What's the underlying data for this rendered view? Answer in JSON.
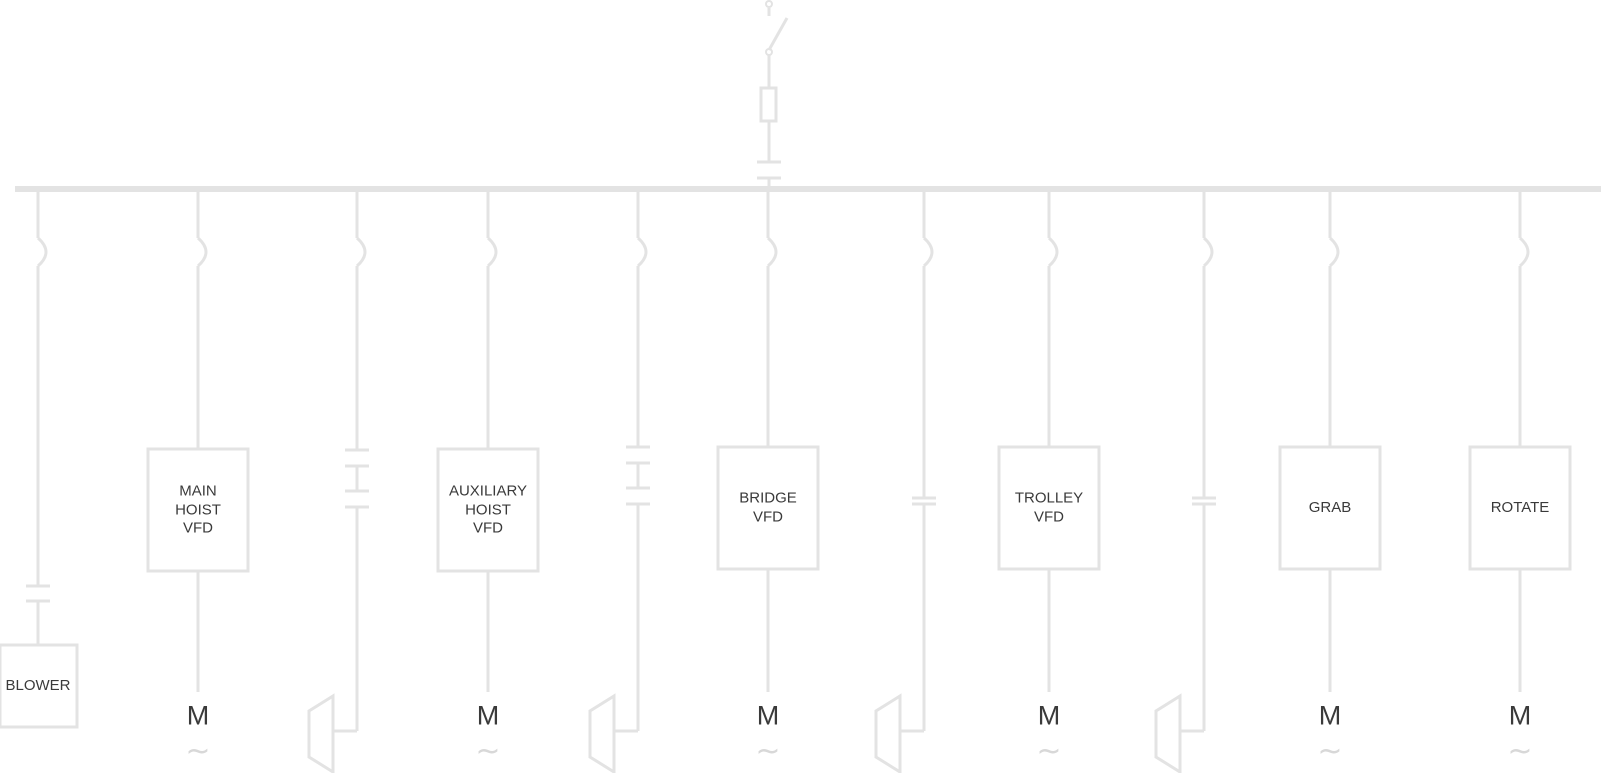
{
  "diagram": {
    "colors": {
      "line": "#e3e3e3",
      "text": "#3a3a3a"
    },
    "feeders": [
      {
        "type": "device",
        "label": "BLOWER",
        "motor": false
      },
      {
        "type": "drive",
        "label": "MAIN\nHOIST\nVFD",
        "motor": true,
        "motor_label": "M",
        "motor_ac": "~"
      },
      {
        "type": "brake"
      },
      {
        "type": "drive",
        "label": "AUXILIARY\nHOIST\nVFD",
        "motor": true,
        "motor_label": "M",
        "motor_ac": "~"
      },
      {
        "type": "brake"
      },
      {
        "type": "drive",
        "label": "BRIDGE\nVFD",
        "motor": true,
        "motor_label": "M",
        "motor_ac": "~"
      },
      {
        "type": "brake"
      },
      {
        "type": "drive",
        "label": "TROLLEY\nVFD",
        "motor": true,
        "motor_label": "M",
        "motor_ac": "~"
      },
      {
        "type": "brake"
      },
      {
        "type": "drive",
        "label": "GRAB",
        "motor": true,
        "motor_label": "M",
        "motor_ac": "~"
      },
      {
        "type": "drive",
        "label": "ROTATE",
        "motor": true,
        "motor_label": "M",
        "motor_ac": "~"
      }
    ]
  }
}
